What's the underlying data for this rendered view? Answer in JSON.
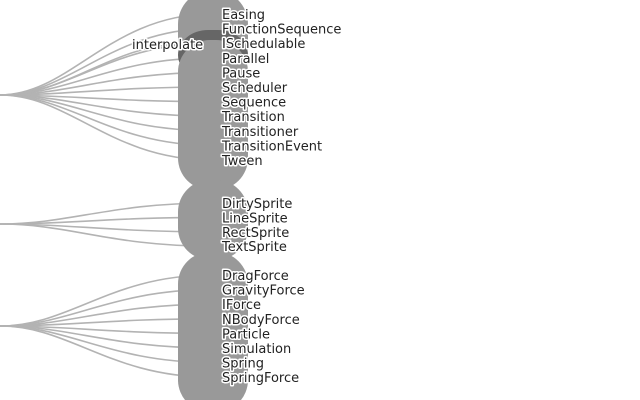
{
  "diagram": {
    "type": "hierarchical-edge-bundling",
    "colors": {
      "background": "#ffffff",
      "edge": "#b3b3b3",
      "node": "#999999",
      "node_dark": "#666666",
      "label": "#222222"
    },
    "groups": [
      {
        "id": "animate",
        "labels": [
          "Easing",
          "FunctionSequence",
          "ISchedulable",
          "Parallel",
          "Pause",
          "Scheduler",
          "Sequence",
          "Transition",
          "Transitioner",
          "TransitionEvent",
          "Tween"
        ]
      },
      {
        "id": "interpolate",
        "labels": [
          "interpolate"
        ]
      },
      {
        "id": "display",
        "labels": [
          "DirtySprite",
          "LineSprite",
          "RectSprite",
          "TextSprite"
        ]
      },
      {
        "id": "physics",
        "labels": [
          "DragForce",
          "GravityForce",
          "IForce",
          "NBodyForce",
          "Particle",
          "Simulation",
          "Spring",
          "SpringForce"
        ]
      }
    ]
  }
}
